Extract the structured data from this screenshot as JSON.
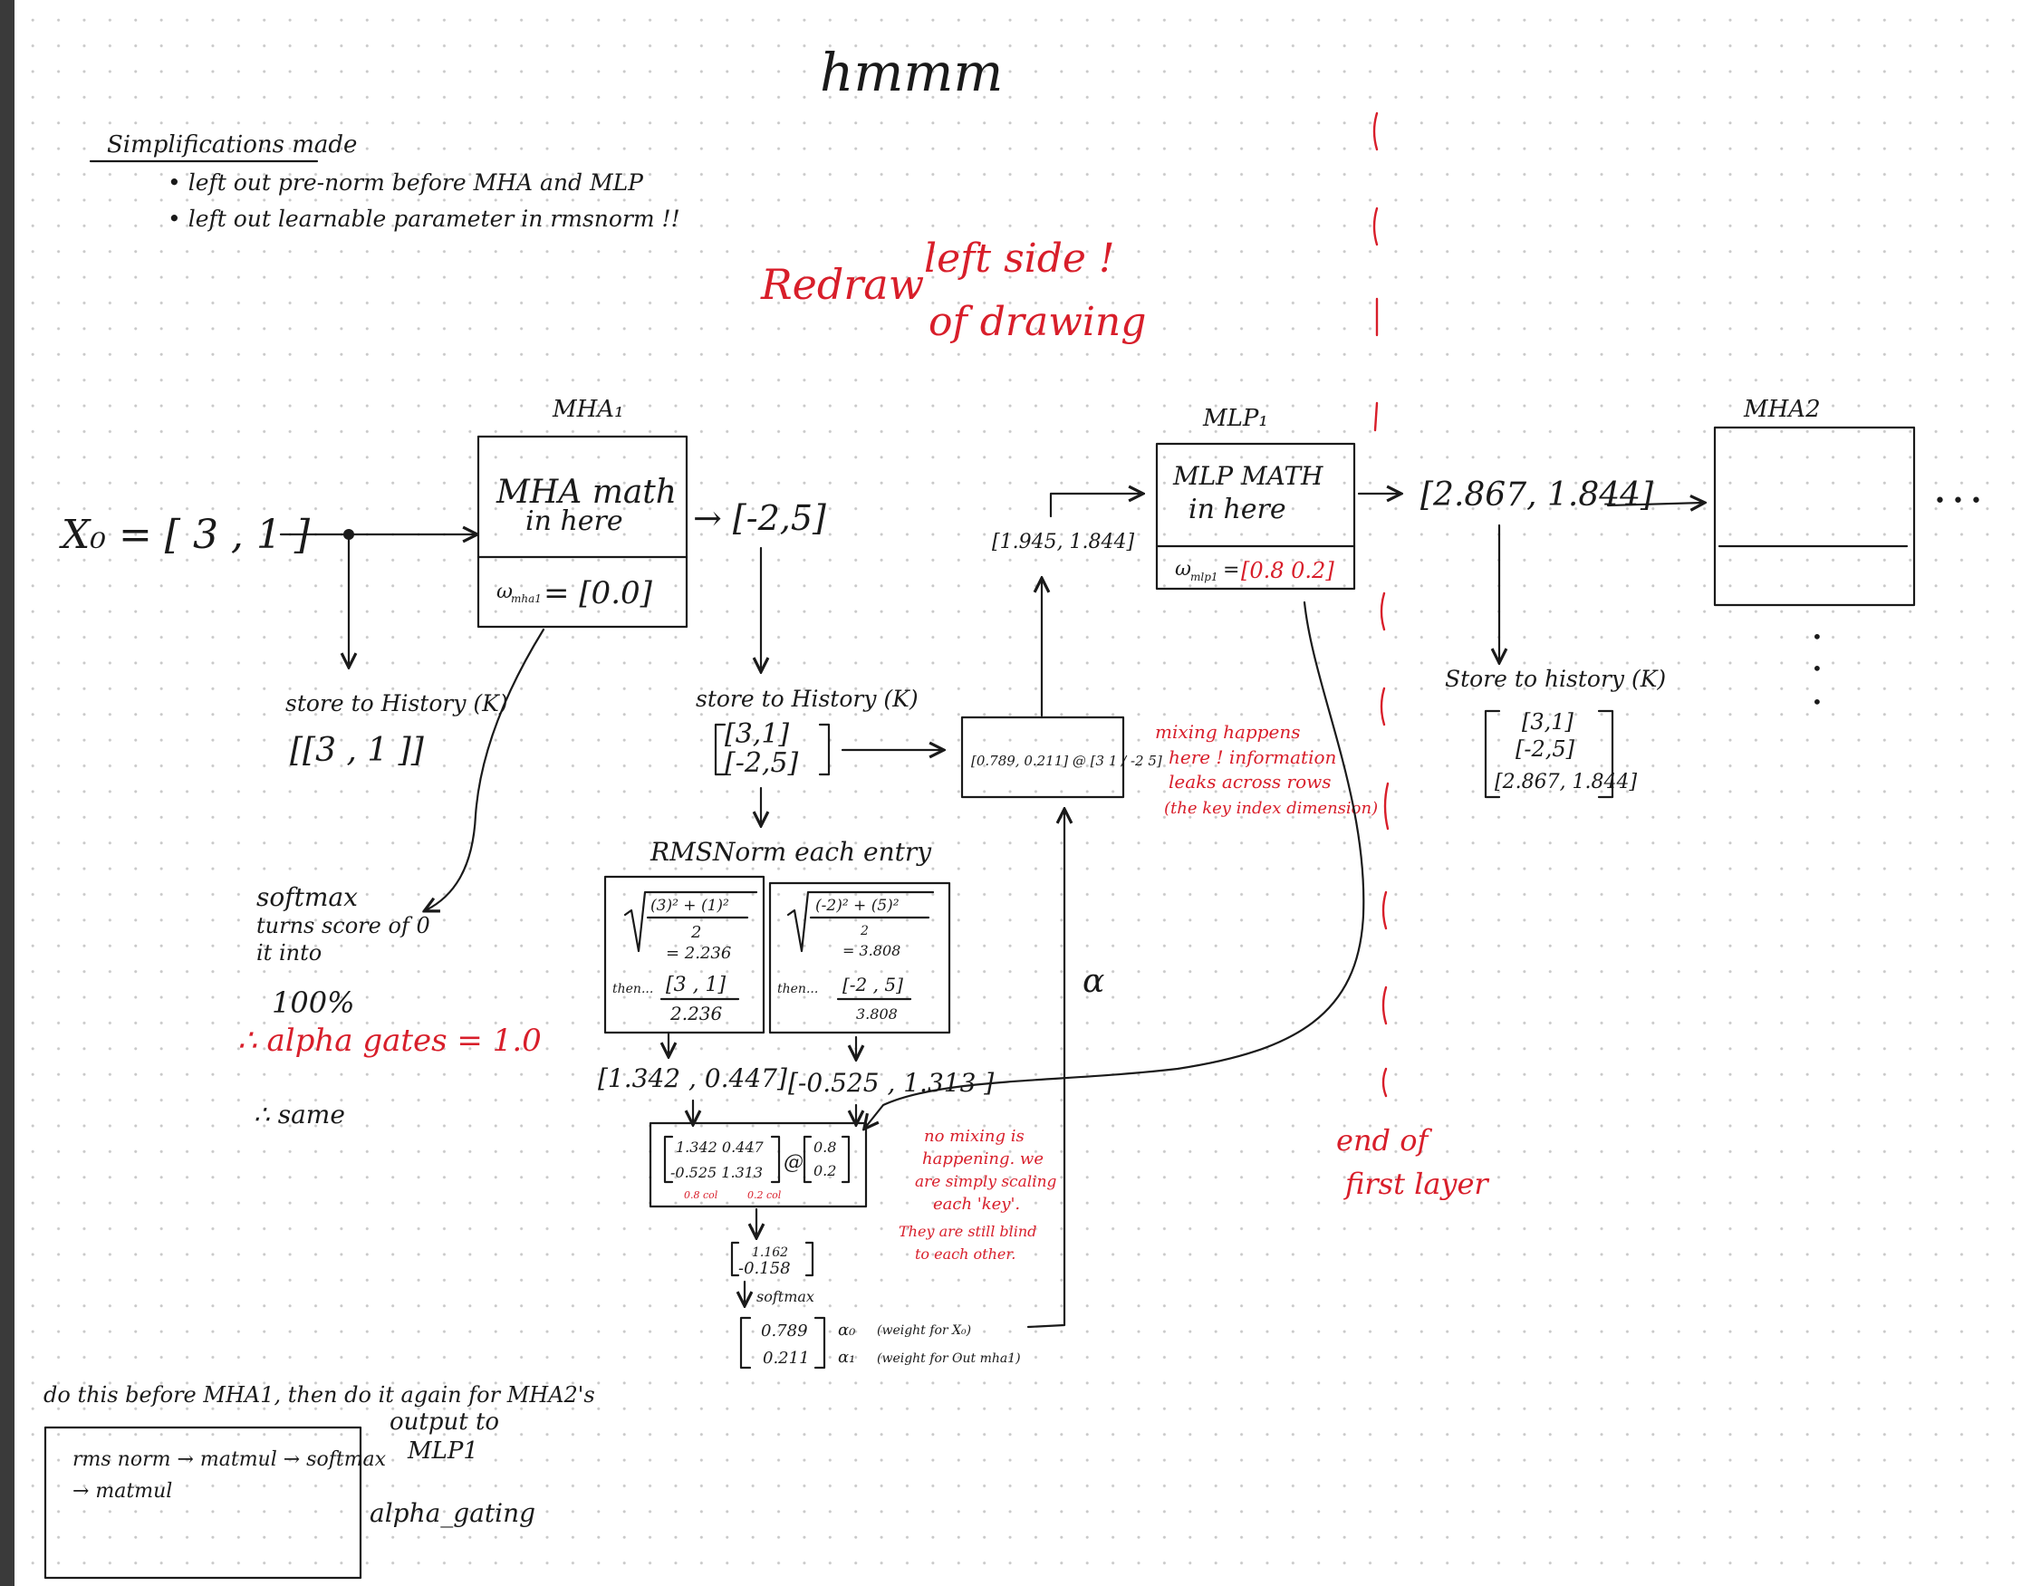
{
  "title": "hmmm",
  "simplifications": {
    "heading": "Simplifications made",
    "items": [
      "• left out pre-norm before MHA and MLP",
      "• left out learnable parameter in rmsnorm !!"
    ]
  },
  "redraw_note": [
    "Redraw",
    "left side !",
    "of drawing"
  ],
  "input": {
    "label": "X₀ = [ 3 , 1 ]"
  },
  "mha1": {
    "title": "MHA₁",
    "body_line1": "MHA math",
    "body_line2": "in here",
    "weights_label": "ω",
    "weights_sub": "mha1",
    "weights_value": "= [0.0]"
  },
  "store_history_1": {
    "label": "store to History (K)",
    "value": "[[3 , 1 ]]"
  },
  "mha1_out": "→ [-2,5]",
  "store_history_2": {
    "label": "store to History (K)",
    "row1": "[3,1]",
    "row2": "[-2,5]"
  },
  "mixing_box": {
    "text": "[0.789, 0.211] @ [3 1 / -2 5]"
  },
  "mixing_note": [
    "mixing happens",
    "here ! information",
    "leaks across rows",
    "(the key index dimension)"
  ],
  "mlp_input": "[1.945, 1.844]",
  "mlp1": {
    "title": "MLP₁",
    "body_line1": "MLP MATH",
    "body_line2": "in here",
    "weights_label": "ω",
    "weights_sub": "mlp1",
    "weights_eq": "=",
    "weights_value": "[0.8 0.2]"
  },
  "mlp_out": "[2.867, 1.844]",
  "store_history_3": {
    "label": "Store to history (K)",
    "rows": [
      "[3,1]",
      "[-2,5]",
      "[2.867, 1.844]"
    ]
  },
  "mha2": {
    "title": "MHA2"
  },
  "ellipsis_right": "• • •",
  "ellipsis_down": [
    "•",
    "•",
    "•"
  ],
  "rmsnorm": {
    "heading": "RMSNorm each entry",
    "left": {
      "sqrt_num": "(3)² + (1)²",
      "sqrt_den": "2",
      "result": "= 2.236",
      "then": "then...",
      "frac_num": "[3 , 1]",
      "frac_den": "2.236"
    },
    "right": {
      "sqrt_num": "(-2)² + (5)²",
      "sqrt_den": "2",
      "result": "= 3.808",
      "then": "then...",
      "frac_num": "[-2 , 5]",
      "frac_den": "3.808"
    },
    "left_result": "[1.342 , 0.447]",
    "right_result": "[-0.525 , 1.313 ]"
  },
  "matmul": {
    "row1": "1.342  0.447",
    "row2": "-0.525  1.313",
    "op": "@",
    "w1": "0.8",
    "w2": "0.2",
    "col_note_1": "0.8 col",
    "col_note_2": "0.2 col"
  },
  "no_mixing_note": [
    "no mixing is",
    "happening. we",
    "are simply scaling",
    "each 'key'.",
    "They are still blind",
    "to each other."
  ],
  "logits": {
    "v1": "1.162",
    "v2": "-0.158"
  },
  "softmax_label": "softmax",
  "alphas": {
    "a0": "0.789",
    "a1": "0.211",
    "a0_label": "α₀",
    "a1_label": "α₁",
    "a0_note": "(weight for X₀)",
    "a1_note": "(weight for Out mha1)"
  },
  "alpha_symbol": "α",
  "softmax_side": {
    "lines": [
      "softmax",
      "turns score of 0",
      "it into",
      "100%"
    ],
    "red_line": "∴ alpha gates = 1.0",
    "last": "∴ same"
  },
  "end_note": [
    "end of",
    "first layer"
  ],
  "bottom_note": "do this before MHA1, then do it again for MHA2's",
  "output_note": [
    "output to",
    "MLP1"
  ],
  "alpha_gating": "alpha_gating",
  "summary_box": [
    "rms norm → matmul → softmax",
    "→ matmul"
  ]
}
